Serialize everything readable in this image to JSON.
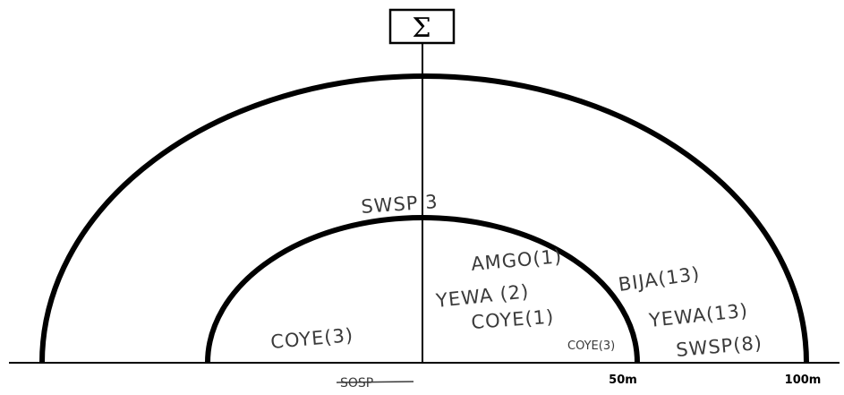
{
  "sigma_label": "Σ",
  "scale": {
    "inner_radius_label": "50m",
    "outer_radius_label": "100m"
  },
  "notes": {
    "top": "SWSP 3",
    "amgo": "AMGO(1)",
    "bija": "BIJA(13)",
    "yewa_inner": "YEWA (2)",
    "coye_inner": "COYE(1)",
    "coye_left": "COYE(3)",
    "coye_edge": "COYE(3)",
    "yewa_outer": "YEWA(13)",
    "swsp_outer": "SWSP(8)",
    "crossed": "SOSP"
  }
}
